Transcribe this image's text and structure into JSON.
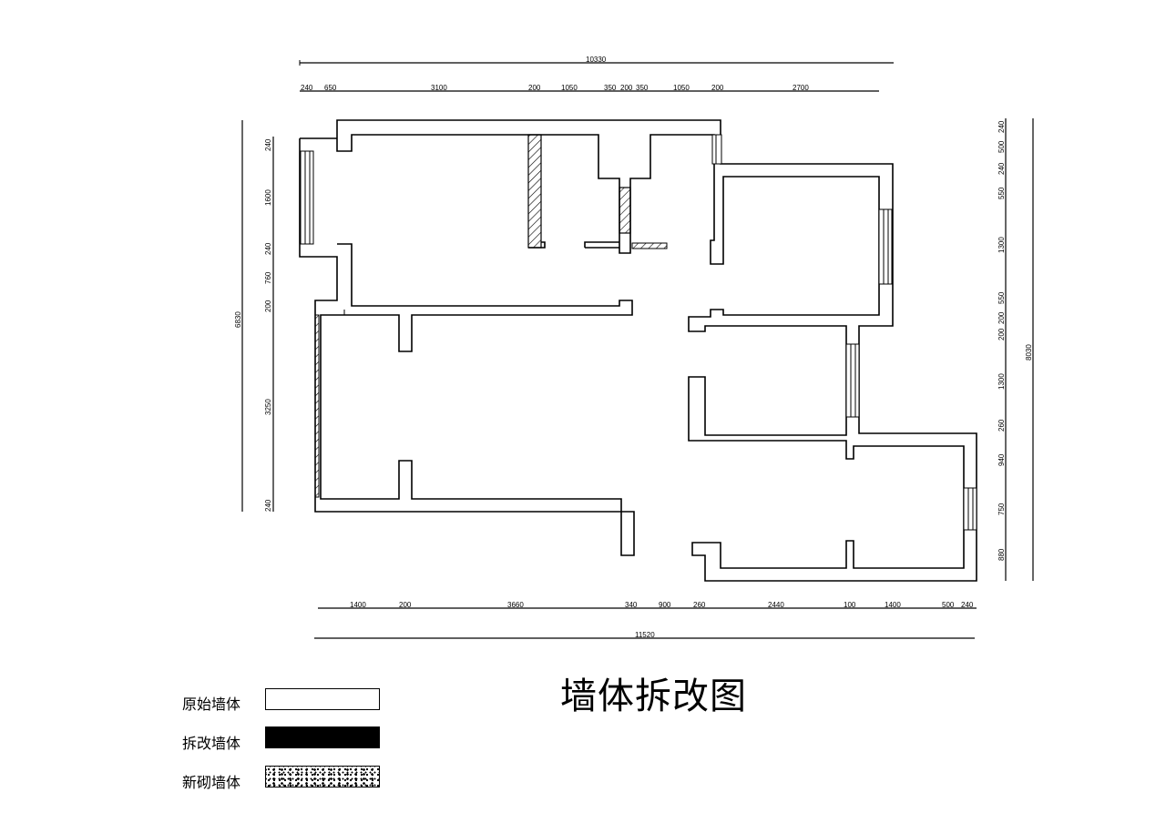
{
  "title": "墙体拆改图",
  "legend": {
    "original": "原始墙体",
    "demolished": "拆改墙体",
    "new": "新砌墙体"
  },
  "dims": {
    "top_total": "10330",
    "top": [
      "240",
      "650",
      "3100",
      "200",
      "1050",
      "350",
      "200",
      "350",
      "1050",
      "200",
      "2700"
    ],
    "bottom_total": "11520",
    "bottom": [
      "1400",
      "200",
      "3660",
      "340",
      "900",
      "260",
      "2440",
      "100",
      "1400",
      "500",
      "240"
    ],
    "left_total": "6830",
    "left": [
      "240",
      "1600",
      "240",
      "760",
      "200",
      "3250",
      "240"
    ],
    "right_total": "8030",
    "right": [
      "240",
      "500",
      "240",
      "550",
      "1300",
      "550",
      "200",
      "200",
      "1300",
      "260",
      "940",
      "750",
      "880"
    ]
  }
}
